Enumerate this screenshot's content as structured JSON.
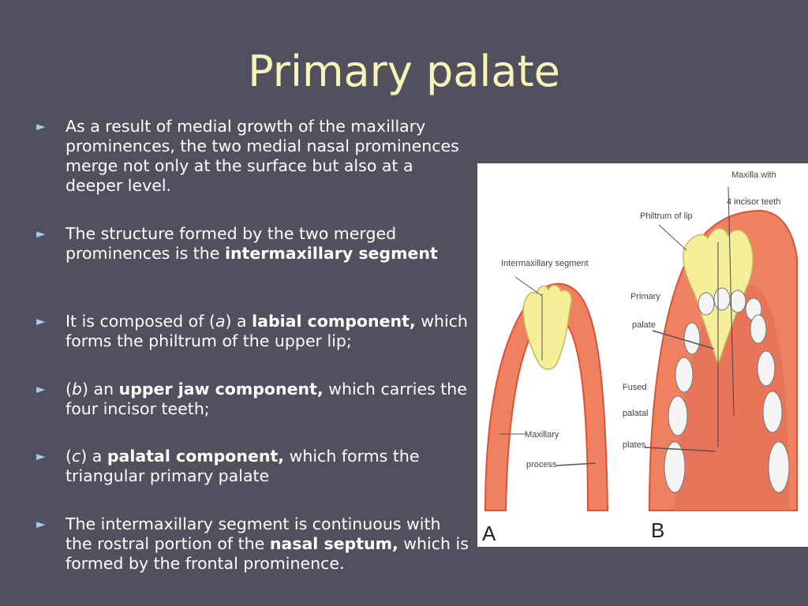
{
  "slide": {
    "title": "Primary palate",
    "bullets": [
      {
        "parts": [
          {
            "t": "As a result of medial growth of the maxillary prominences, the two medial nasal prominences merge not only at the surface but also at a deeper level."
          }
        ]
      },
      {
        "parts": [
          {
            "t": "The structure formed by the two merged prominences is the "
          },
          {
            "t": "intermaxillary segment",
            "b": true
          }
        ]
      },
      {
        "parts": [
          {
            "t": "It is composed of ("
          },
          {
            "t": "a",
            "i": true
          },
          {
            "t": ") a "
          },
          {
            "t": "labial component,",
            "b": true
          },
          {
            "t": " which forms the philtrum of the upper lip;"
          }
        ]
      },
      {
        "parts": [
          {
            "t": "("
          },
          {
            "t": "b",
            "i": true
          },
          {
            "t": ") an "
          },
          {
            "t": "upper jaw component,",
            "b": true
          },
          {
            "t": " which carries the four incisor teeth;"
          }
        ]
      },
      {
        "parts": [
          {
            "t": "("
          },
          {
            "t": "c",
            "i": true
          },
          {
            "t": ") a "
          },
          {
            "t": "palatal component,",
            "b": true
          },
          {
            "t": " which forms the triangular primary palate"
          }
        ]
      },
      {
        "parts": [
          {
            "t": "The intermaxillary segment is continuous with the rostral portion of the "
          },
          {
            "t": "nasal septum,",
            "b": true
          },
          {
            "t": " which is formed by the frontal prominence."
          }
        ]
      }
    ],
    "bullet_icon": "triangle-right-icon"
  },
  "figure": {
    "labels": {
      "intermaxillary": "Intermaxillary segment",
      "maxillary_1": "Maxillary",
      "maxillary_2": "process",
      "maxilla_1": "Maxilla with",
      "maxilla_2": "4 incisor teeth",
      "philtrum": "Philtrum of lip",
      "primary_1": "Primary",
      "primary_2": "palate",
      "fused_1": "Fused",
      "fused_2": "palatal",
      "fused_3": "plates",
      "panel_a": "A",
      "panel_b": "B"
    },
    "colors": {
      "tissue": "#ef8060",
      "tissue_outline": "#d9533a",
      "segment": "#f5ef9a",
      "tooth": "#f4f4f4"
    }
  }
}
